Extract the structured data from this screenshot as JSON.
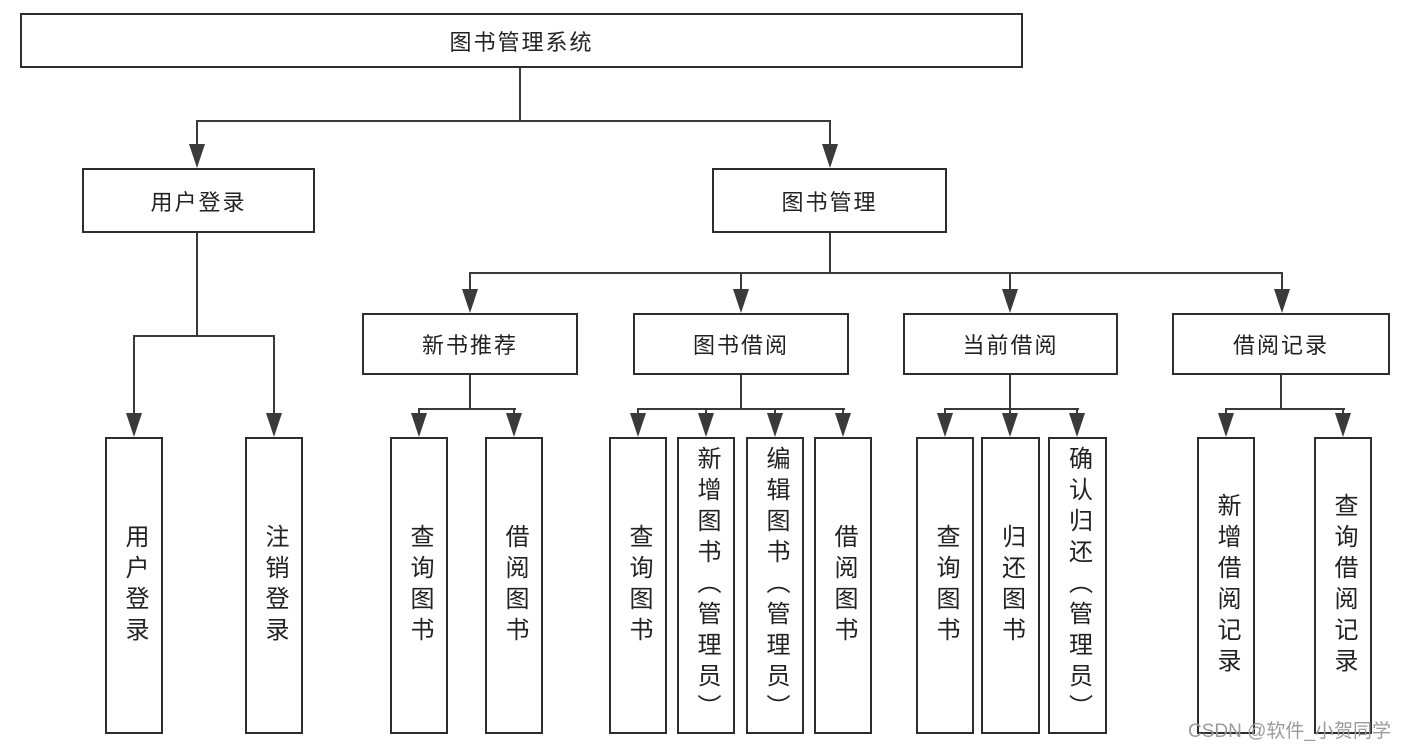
{
  "diagram": {
    "tree": {
      "root": {
        "label": "图书管理系统"
      },
      "user_login": {
        "label": "用户登录",
        "children": {
          "login": {
            "label": "用户登录"
          },
          "logout": {
            "label": "注销登录"
          }
        }
      },
      "book_management": {
        "label": "图书管理",
        "children": {
          "new_book_recommend": {
            "label": "新书推荐",
            "children": {
              "query_book": {
                "label": "查询图书"
              },
              "borrow_book": {
                "label": "借阅图书"
              }
            }
          },
          "book_borrow": {
            "label": "图书借阅",
            "children": {
              "query_book": {
                "label": "查询图书"
              },
              "add_book_admin": {
                "label": "新增图书（管理员）"
              },
              "edit_book_admin": {
                "label": "编辑图书（管理员）"
              },
              "borrow_book": {
                "label": "借阅图书"
              }
            }
          },
          "current_borrow": {
            "label": "当前借阅",
            "children": {
              "query_book": {
                "label": "查询图书"
              },
              "return_book": {
                "label": "归还图书"
              },
              "confirm_return_admin": {
                "label": "确认归还（管理员）"
              }
            }
          },
          "borrow_records": {
            "label": "借阅记录",
            "children": {
              "add_record": {
                "label": "新增借阅记录"
              },
              "query_record": {
                "label": "查询借阅记录"
              }
            }
          }
        }
      }
    },
    "watermark": "CSDN @软件_小贺同学",
    "colors": {
      "line": "#3a3a3a",
      "border": "#2d2d2d",
      "text": "#222222",
      "watermark": "#9b9b9b",
      "background": "#ffffff"
    }
  }
}
